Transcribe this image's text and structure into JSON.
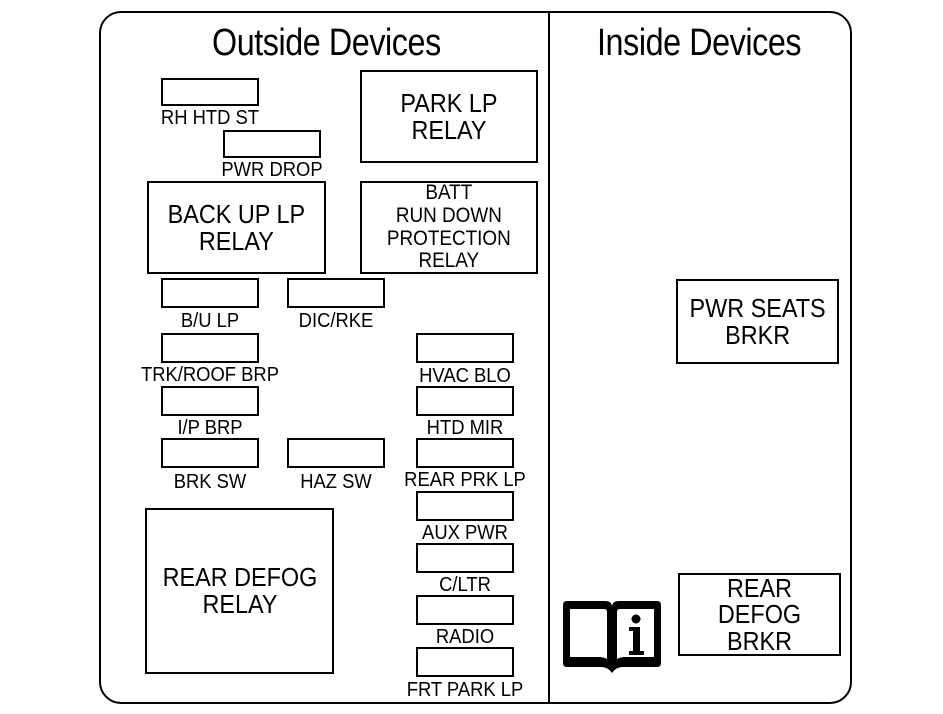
{
  "headings": {
    "outside": "Outside Devices",
    "inside": "Inside Devices"
  },
  "fuses": {
    "rh_htd_st": "RH HTD ST",
    "pwr_drop": "PWR DROP",
    "bu_lp": "B/U LP",
    "dic_rke": "DIC/RKE",
    "trk_roof_brp": "TRK/ROOF BRP",
    "hvac_blo": "HVAC BLO",
    "ip_brp": "I/P BRP",
    "htd_mir": "HTD MIR",
    "brk_sw": "BRK SW",
    "haz_sw": "HAZ SW",
    "rear_prk_lp": "REAR PRK LP",
    "aux_pwr": "AUX PWR",
    "c_ltr": "C/LTR",
    "radio": "RADIO",
    "frt_park_lp": "FRT PARK LP"
  },
  "relays": {
    "park_lp": "PARK LP\nRELAY",
    "back_up_lp": "BACK UP LP\nRELAY",
    "batt_run_down": "BATT\nRUN DOWN\nPROTECTION\nRELAY",
    "rear_defog": "REAR DEFOG\nRELAY"
  },
  "breakers": {
    "pwr_seats": "PWR SEATS\nBRKR",
    "rear_defog": "REAR DEFOG\nBRKR"
  },
  "icons": {
    "manual": "owner-manual-info-icon"
  }
}
